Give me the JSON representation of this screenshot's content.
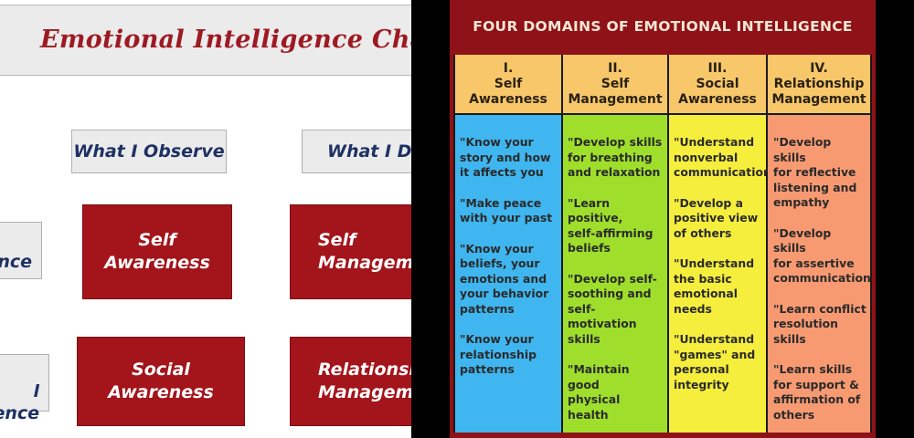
{
  "left": {
    "title": "Emotional Intelligence Chart",
    "headers": [
      "What I Observe",
      "What I Do"
    ],
    "boxes": {
      "self_awareness": "Self\nAwareness",
      "self_management": "Self\nManagement",
      "social_awareness": "Social\nAwareness",
      "relationship_management": "Relationship\nManagement"
    },
    "side_labels": [
      "nce",
      "l\nence"
    ]
  },
  "right": {
    "title": "FOUR DOMAINS OF EMOTIONAL INTELLIGENCE",
    "columns": [
      {
        "numeral": "I.",
        "heading": "Self\nAwareness",
        "color": "#3fb6ef",
        "items": [
          "\"Know your\nstory and how\nit affects you",
          "\"Make peace\nwith your past",
          "\"Know your\nbeliefs, your\nemotions and\nyour behavior\npatterns",
          "\"Know your\nrelationship\npatterns"
        ]
      },
      {
        "numeral": "II.",
        "heading": "Self\nManagement",
        "color": "#9fdf2c",
        "items": [
          "\"Develop skills\nfor breathing\nand relaxation",
          "\"Learn positive,\nself-affirming\nbeliefs",
          "\"Develop self-\nsoothing and\nself-motivation\nskills",
          "\"Maintain good\nphysical health"
        ]
      },
      {
        "numeral": "III.",
        "heading": "Social\nAwareness",
        "color": "#f6ee3c",
        "items": [
          "\"Understand\nnonverbal\ncommunication",
          "\"Develop a\npositive view\nof others",
          "\"Understand\nthe basic\nemotional\nneeds",
          "\"Understand\n\"games\" and\npersonal\nintegrity"
        ]
      },
      {
        "numeral": "IV.",
        "heading": "Relationship\nManagement",
        "color": "#f79a72",
        "items": [
          "\"Develop skills\nfor reflective\nlistening and\nempathy",
          "\"Develop skills\nfor assertive\ncommunication",
          "\"Learn conflict\nresolution\nskills",
          "\"Learn skills\nfor support &\naffirmation of\nothers"
        ]
      }
    ]
  }
}
